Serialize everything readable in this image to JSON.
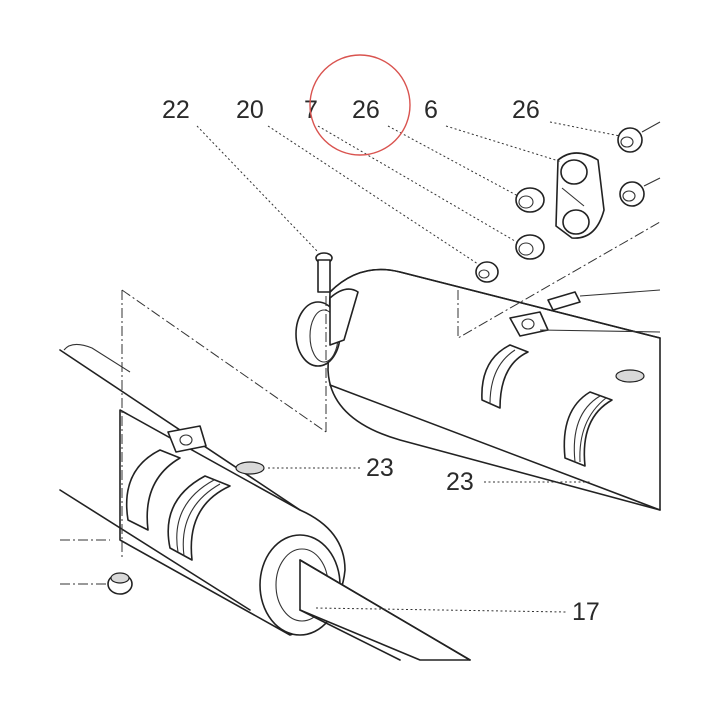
{
  "callouts": {
    "c22": "22",
    "c20": "20",
    "c7": "7",
    "c26a": "26",
    "c6": "6",
    "c26b": "26",
    "c23a": "23",
    "c23b": "23",
    "c17": "17"
  },
  "highlight": {
    "color": "#d9534f",
    "marks": "callout 26"
  }
}
